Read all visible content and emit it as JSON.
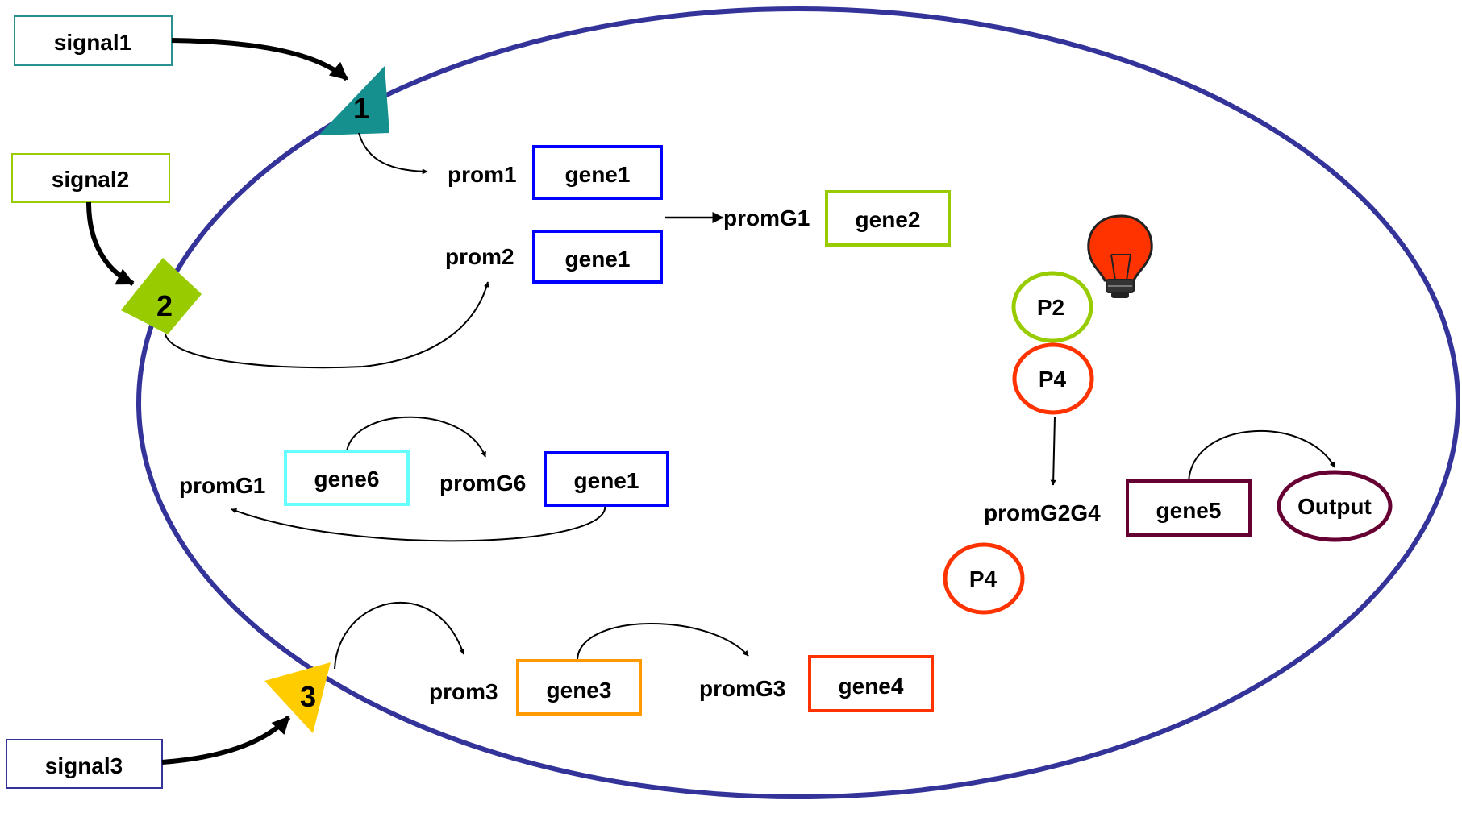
{
  "signals": {
    "signal1": {
      "label": "signal1",
      "color": "#2a8f8f"
    },
    "signal2": {
      "label": "signal2",
      "color": "#99cc00"
    },
    "signal3": {
      "label": "signal3",
      "color": "#333399"
    }
  },
  "receptors": {
    "r1": {
      "label": "1",
      "color": "#168f8f"
    },
    "r2": {
      "label": "2",
      "color": "#99cc00"
    },
    "r3": {
      "label": "3",
      "color": "#ffcc00"
    }
  },
  "cell": {
    "membrane_color": "#333399"
  },
  "promoters": {
    "prom1": "prom1",
    "prom2": "prom2",
    "promG1_top": "promG1",
    "promG1_mid": "promG1",
    "promG6": "promG6",
    "prom3": "prom3",
    "promG3": "promG3",
    "promG2G4": "promG2G4"
  },
  "genes": {
    "g1a": {
      "label": "gene1",
      "color": "#0000ff"
    },
    "g1b": {
      "label": "gene1",
      "color": "#0000ff"
    },
    "g2": {
      "label": "gene2",
      "color": "#99cc00"
    },
    "g6": {
      "label": "gene6",
      "color": "#66ffff"
    },
    "g1c": {
      "label": "gene1",
      "color": "#0000ff"
    },
    "g3": {
      "label": "gene3",
      "color": "#ff9900"
    },
    "g4": {
      "label": "gene4",
      "color": "#ff3300"
    },
    "g5": {
      "label": "gene5",
      "color": "#660033"
    }
  },
  "proteins": {
    "p2": {
      "label": "P2",
      "color": "#99cc00"
    },
    "p4a": {
      "label": "P4",
      "color": "#ff3300"
    },
    "p4b": {
      "label": "P4",
      "color": "#ff3300"
    }
  },
  "output": {
    "label": "Output",
    "color": "#660033"
  },
  "bulb": {
    "icon": "light-bulb-icon",
    "color": "#ff3300"
  }
}
